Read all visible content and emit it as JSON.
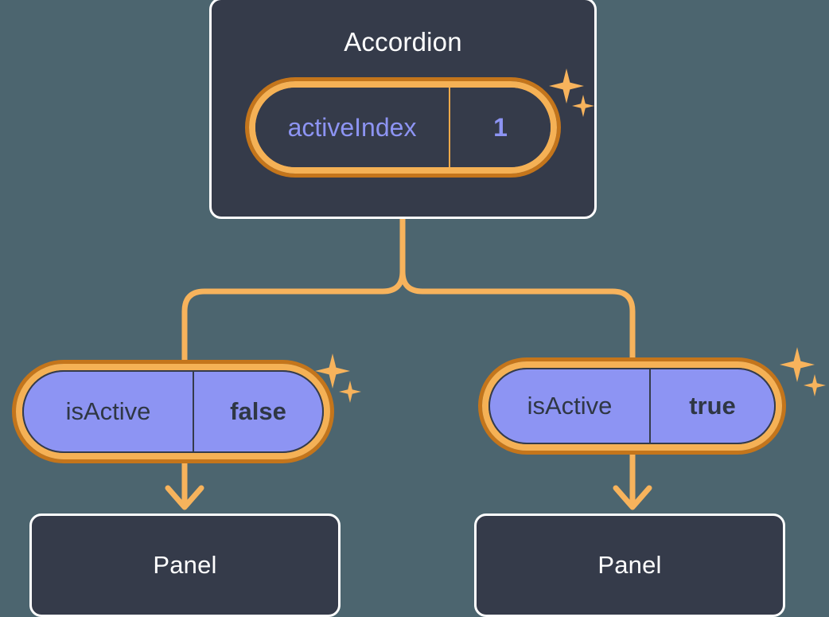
{
  "diagram": {
    "title_visible": false,
    "background_color": "#4c656f",
    "accent_orange": "#f5b155",
    "accent_orange_dark": "#c4751b",
    "purple": "#8d94f3",
    "node_fill": "#353b4a",
    "node_border": "#ffffff"
  },
  "accordion": {
    "label": "Accordion",
    "state": {
      "key": "activeIndex",
      "value": "1"
    },
    "sparkle_names": [
      "sparkle-large",
      "sparkle-small"
    ]
  },
  "branches": [
    {
      "side": "left",
      "prop": {
        "key": "isActive",
        "value": "false"
      },
      "child": {
        "label": "Panel"
      }
    },
    {
      "side": "right",
      "prop": {
        "key": "isActive",
        "value": "true"
      },
      "child": {
        "label": "Panel"
      }
    }
  ]
}
